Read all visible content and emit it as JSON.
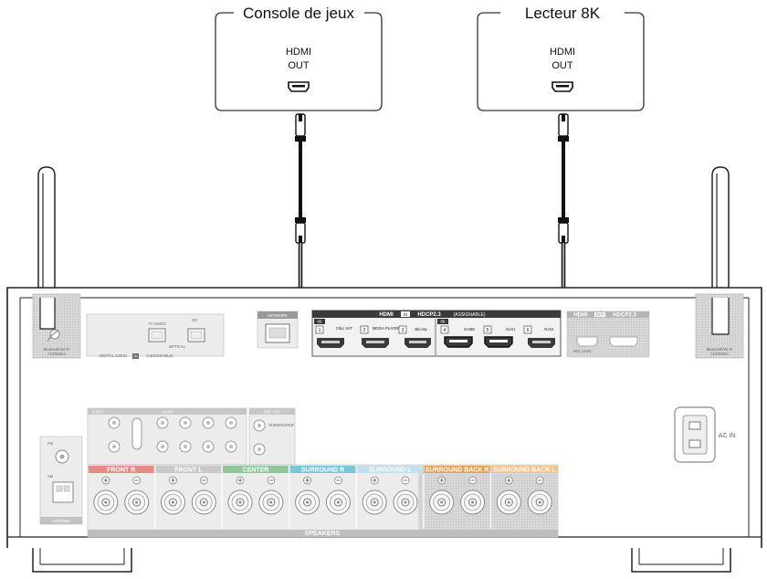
{
  "devices": [
    {
      "title": "Console de jeux",
      "port_line1": "HDMI",
      "port_line2": "OUT"
    },
    {
      "title": "Lecteur 8K",
      "port_line1": "HDMI",
      "port_line2": "OUT"
    }
  ],
  "receiver": {
    "antenna_label": "Bluetooth/Wi-Fi",
    "antenna_sub": "ANTENNA",
    "tv_audio_label": "TV AUDIO",
    "cd_label": "CD",
    "optical_label": "OPTICAL",
    "digital_audio_label": "DIGITAL AUDIO",
    "in_label": "IN",
    "assignable_label": "(ASSIGNABLE)",
    "network_label": "NETWORK",
    "hdmi_in": {
      "label": "HDMI",
      "in_badge": "IN",
      "hdcp": "HDCP2.3",
      "assignable": "(ASSIGNABLE)",
      "badge_4k": "4K",
      "badge_8k": "8K",
      "ports": [
        {
          "num": "1",
          "name": "CBL/ SAT"
        },
        {
          "num": "2",
          "name": "MEDIA PLAYER"
        },
        {
          "num": "3",
          "name": "Blu-ray"
        },
        {
          "num": "4",
          "name": "GAME"
        },
        {
          "num": "5",
          "name": "AUX1"
        },
        {
          "num": "6",
          "name": "AUX2"
        }
      ]
    },
    "hdmi_out": {
      "label": "HDMI",
      "out_badge": "OUT",
      "hdcp": "HDCP2.3",
      "arc": "ARC eARC"
    },
    "ac_in_label": "AC IN",
    "fm_label": "FM",
    "am_label": "AM",
    "antenna_block_label": "ANTENNA",
    "audio_label": "AUDIO",
    "pre_out_label": "PRE OUT",
    "subwoofer_label": "SUBWOOFER",
    "speakers_label": "SPEAKERS",
    "speaker_groups": [
      {
        "label": "FRONT",
        "badge": "R",
        "color": "#e58a84"
      },
      {
        "label": "FRONT",
        "badge": "L",
        "color": "#c9c9c9"
      },
      {
        "label": "CENTER",
        "badge": "",
        "color": "#8fc79b"
      },
      {
        "label": "SURROUND",
        "badge": "R",
        "color": "#7cc4dc"
      },
      {
        "label": "SURROUND",
        "badge": "L",
        "color": "#bfe0ec"
      },
      {
        "label": "SURROUND BACK",
        "badge": "R",
        "color": "#e6a24b"
      },
      {
        "label": "SURROUND BACK",
        "badge": "L",
        "color": "#f0c48c"
      }
    ]
  },
  "colors": {
    "cable": "#111111",
    "panel": "#c8c8c8",
    "panel_dark": "#3a3a3a",
    "outline": "#222222"
  }
}
